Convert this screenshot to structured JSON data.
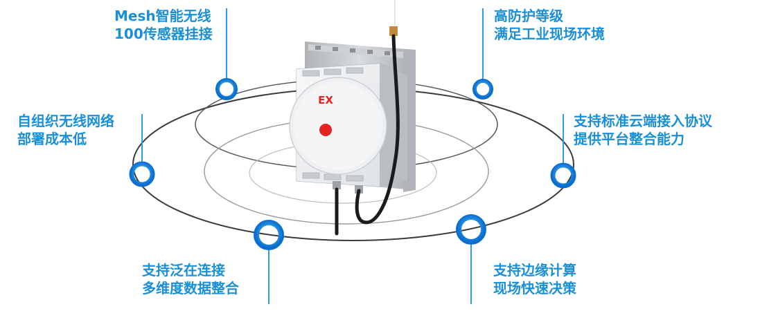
{
  "device": {
    "label": "EX"
  },
  "features": [
    {
      "line1": "Mesh智能无线",
      "line2": "100传感器挂接"
    },
    {
      "line1": "高防护等级",
      "line2": "满足工业现场环境"
    },
    {
      "line1": "自组织无线网络",
      "line2": "部署成本低"
    },
    {
      "line1": "支持标准云端接入协议",
      "line2": "提供平台整合能力"
    },
    {
      "line1": "支持泛在连接",
      "line2": "多维度数据整合"
    },
    {
      "line1": "支持边缘计算",
      "line2": "现场快速决策"
    }
  ],
  "colors": {
    "accent": "#1a8fd8",
    "ring_outer": "#0b6fd1",
    "device_body": "#d9dde0",
    "bracket": "#b9bcc0",
    "indicator": "#e52421"
  }
}
